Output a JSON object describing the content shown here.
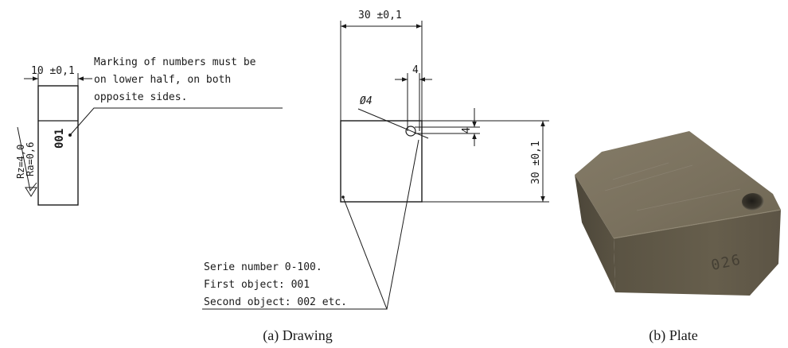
{
  "drawing": {
    "side_view": {
      "width_dim": "10 ±0,1",
      "note_lines": [
        "Marking of numbers must be",
        "on lower half, on both",
        "opposite sides."
      ],
      "marking": "001",
      "roughness": [
        "Rz=4,0",
        "Ra=0,6"
      ]
    },
    "front_view": {
      "width_dim": "30 ±0,1",
      "height_dim": "30 ±0,1",
      "hole_diameter": "Ø4",
      "hole_offset_x": "4",
      "hole_offset_y": "4"
    },
    "serial_note": [
      "Serie number 0-100.",
      "First object: 001",
      "Second object: 002 etc."
    ]
  },
  "photo": {
    "engraving": "026"
  },
  "captions": {
    "a": "(a) Drawing",
    "b": "(b) Plate"
  },
  "colors": {
    "ink": "#1a1a1a",
    "plate_top": "#7d7461",
    "plate_side": "#5f5747"
  }
}
